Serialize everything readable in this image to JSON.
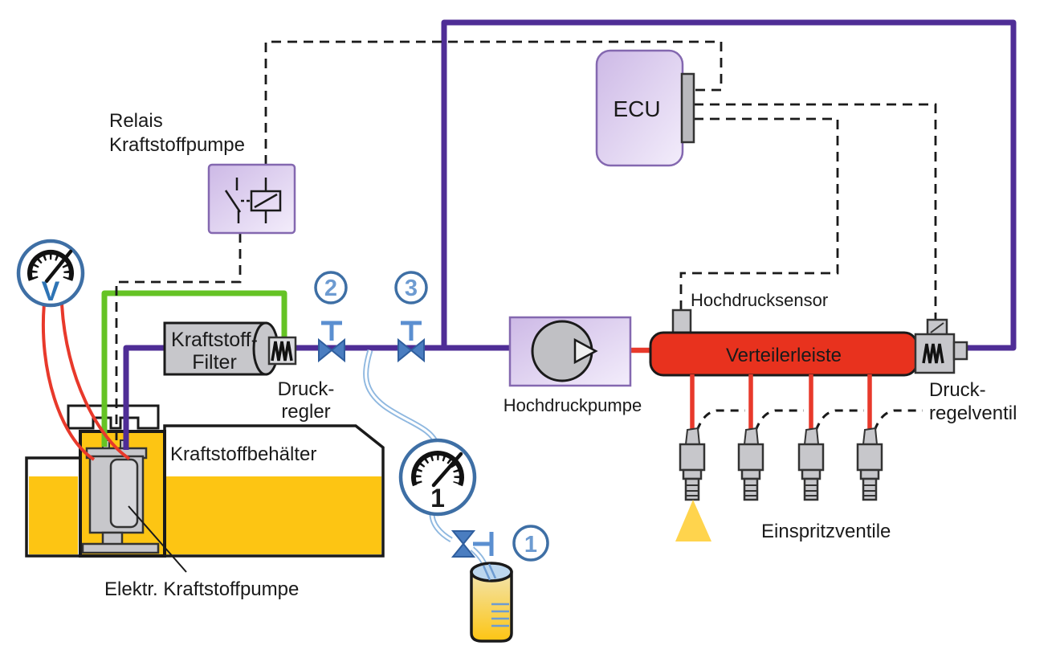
{
  "title": "Fuel injection system diagram (German)",
  "labels": {
    "relay_line1": "Relais",
    "relay_line2": "Kraftstoffpumpe",
    "ecu": "ECU",
    "filter_line1": "Kraftstoff-",
    "filter_line2": "Filter",
    "druckregler_line1": "Druck-",
    "druckregler_line2": "regler",
    "tank": "Kraftstoffbehälter",
    "pump": "Elektr. Kraftstoffpumpe",
    "high_pressure_pump": "Hochdruckpumpe",
    "high_pressure_sensor": "Hochdrucksensor",
    "rail": "Verteilerleiste",
    "pressure_control_valve_line1": "Druck-",
    "pressure_control_valve_line2": "regelventil",
    "injectors": "Einspritzventile"
  },
  "gauges": {
    "voltmeter_letter": "V",
    "pressure_gauge_number": "1"
  },
  "measure_points": {
    "point1": "1",
    "point2": "2",
    "point3": "3"
  },
  "colors": {
    "low_pressure_line": "#4f2d96",
    "return_line": "#65c325",
    "high_pressure_line": "#e8392b",
    "rail_fill": "#e8321e",
    "tank_fuel": "#fdc513",
    "component_lavender": "#d9c8ee",
    "metal_gray": "#c7c7cb",
    "valve_blue": "#4a7dc0",
    "hose_blue": "#8fb8e0",
    "gauge_ring_blue": "#3e6fa5",
    "dashed_signal": "#1a1a1a",
    "spray_yellow": "#ffd44d"
  }
}
